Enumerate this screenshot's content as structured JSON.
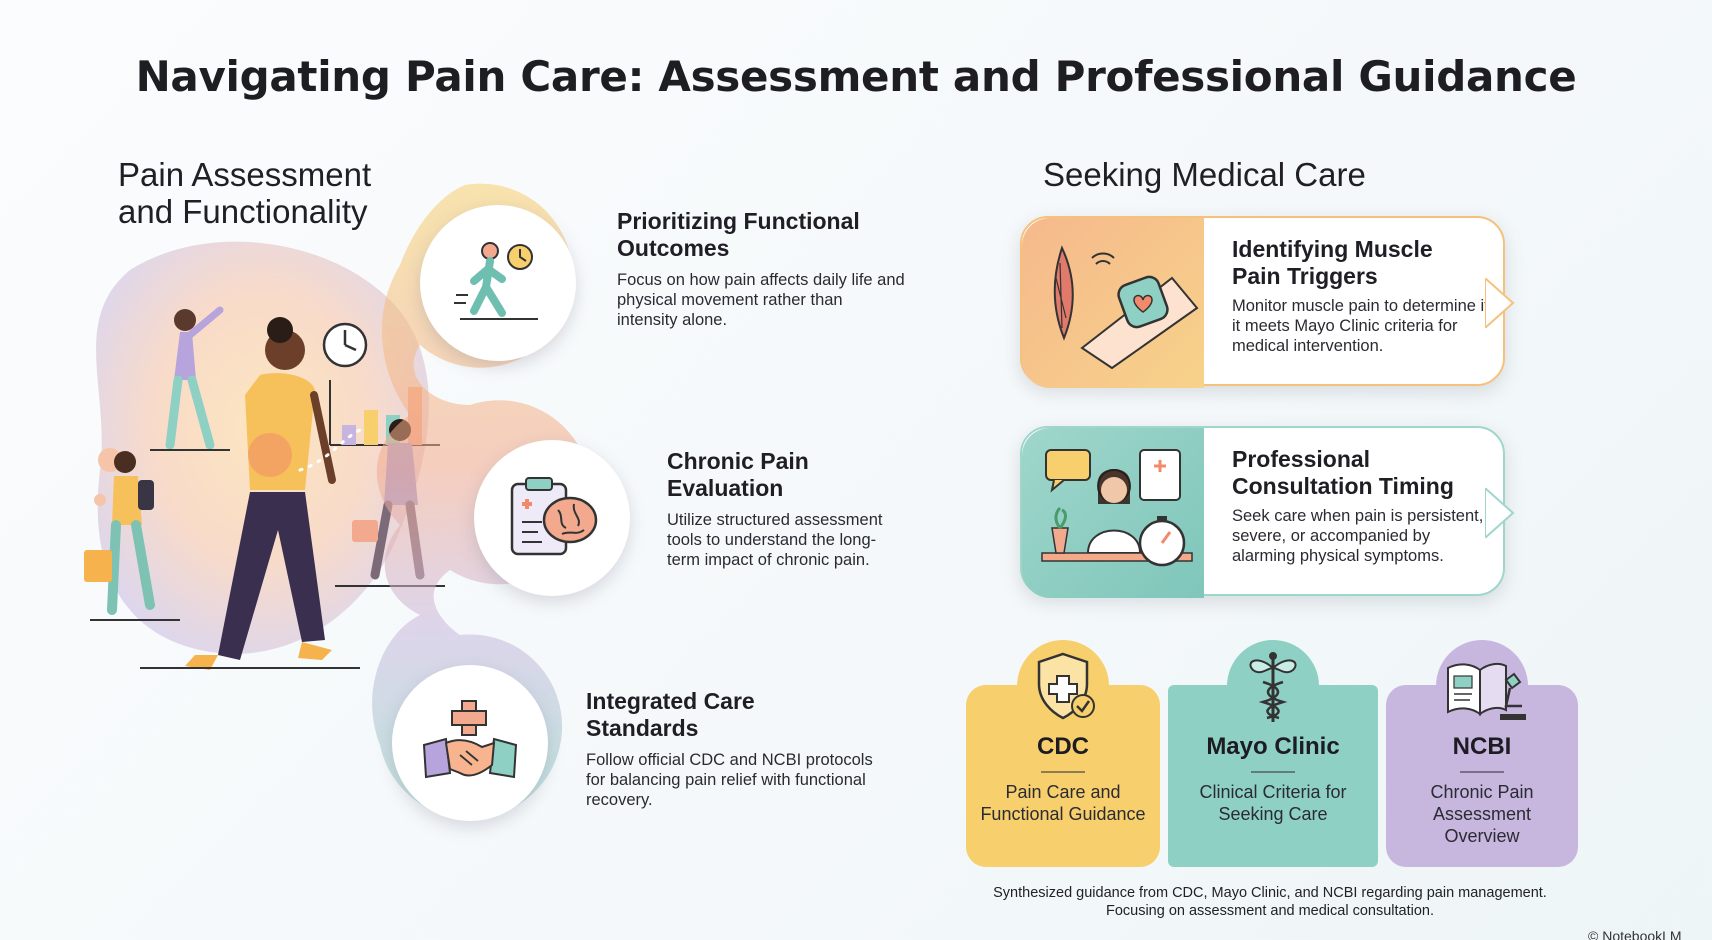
{
  "title": "Navigating Pain Care: Assessment and Professional Guidance",
  "left_section": {
    "heading_line1": "Pain Assessment",
    "heading_line2": "and Functionality",
    "steps": [
      {
        "title_line1": "Prioritizing Functional",
        "title_line2": "Outcomes",
        "desc": "Focus on how pain affects daily life and physical movement rather than intensity alone.",
        "icon": "walking-person-clock-icon"
      },
      {
        "title_line1": "Chronic Pain",
        "title_line2": "Evaluation",
        "desc": "Utilize structured assessment tools to understand the long-term impact of chronic pain.",
        "icon": "clipboard-brain-icon"
      },
      {
        "title_line1": "Integrated Care",
        "title_line2": "Standards",
        "desc": "Follow official CDC and NCBI protocols for balancing pain relief with functional recovery.",
        "icon": "handshake-cross-icon"
      }
    ]
  },
  "right_section": {
    "heading": "Seeking Medical Care",
    "cards": [
      {
        "title_line1": "Identifying Muscle",
        "title_line2": "Pain Triggers",
        "desc": "Monitor muscle pain to determine if it meets Mayo Clinic criteria for medical intervention.",
        "icon": "muscle-smartwatch-icon"
      },
      {
        "title_line1": "Professional",
        "title_line2": "Consultation Timing",
        "desc": "Seek care when pain is persistent, severe, or accompanied by alarming physical symptoms.",
        "icon": "doctor-stopwatch-icon"
      }
    ],
    "sources": [
      {
        "name": "CDC",
        "desc": "Pain Care and Functional Guidance",
        "icon": "shield-check-icon",
        "color": "#f7cf6c"
      },
      {
        "name": "Mayo Clinic",
        "desc": "Clinical Criteria for Seeking Care",
        "icon": "caduceus-icon",
        "color": "#8fd0c4"
      },
      {
        "name": "NCBI",
        "desc": "Chronic Pain Assessment Overview",
        "icon": "book-microscope-icon",
        "color": "#c7b6de"
      }
    ]
  },
  "footer": {
    "line1": "Synthesized guidance from CDC, Mayo Clinic, and NCBI regarding pain management.",
    "line2": "Focusing on assessment and medical consultation."
  },
  "watermark": "© NotebookLM",
  "colors": {
    "yellow": "#f7cf6c",
    "coral": "#f3a98e",
    "teal": "#8fd0c4",
    "lavender": "#c7b6de"
  }
}
